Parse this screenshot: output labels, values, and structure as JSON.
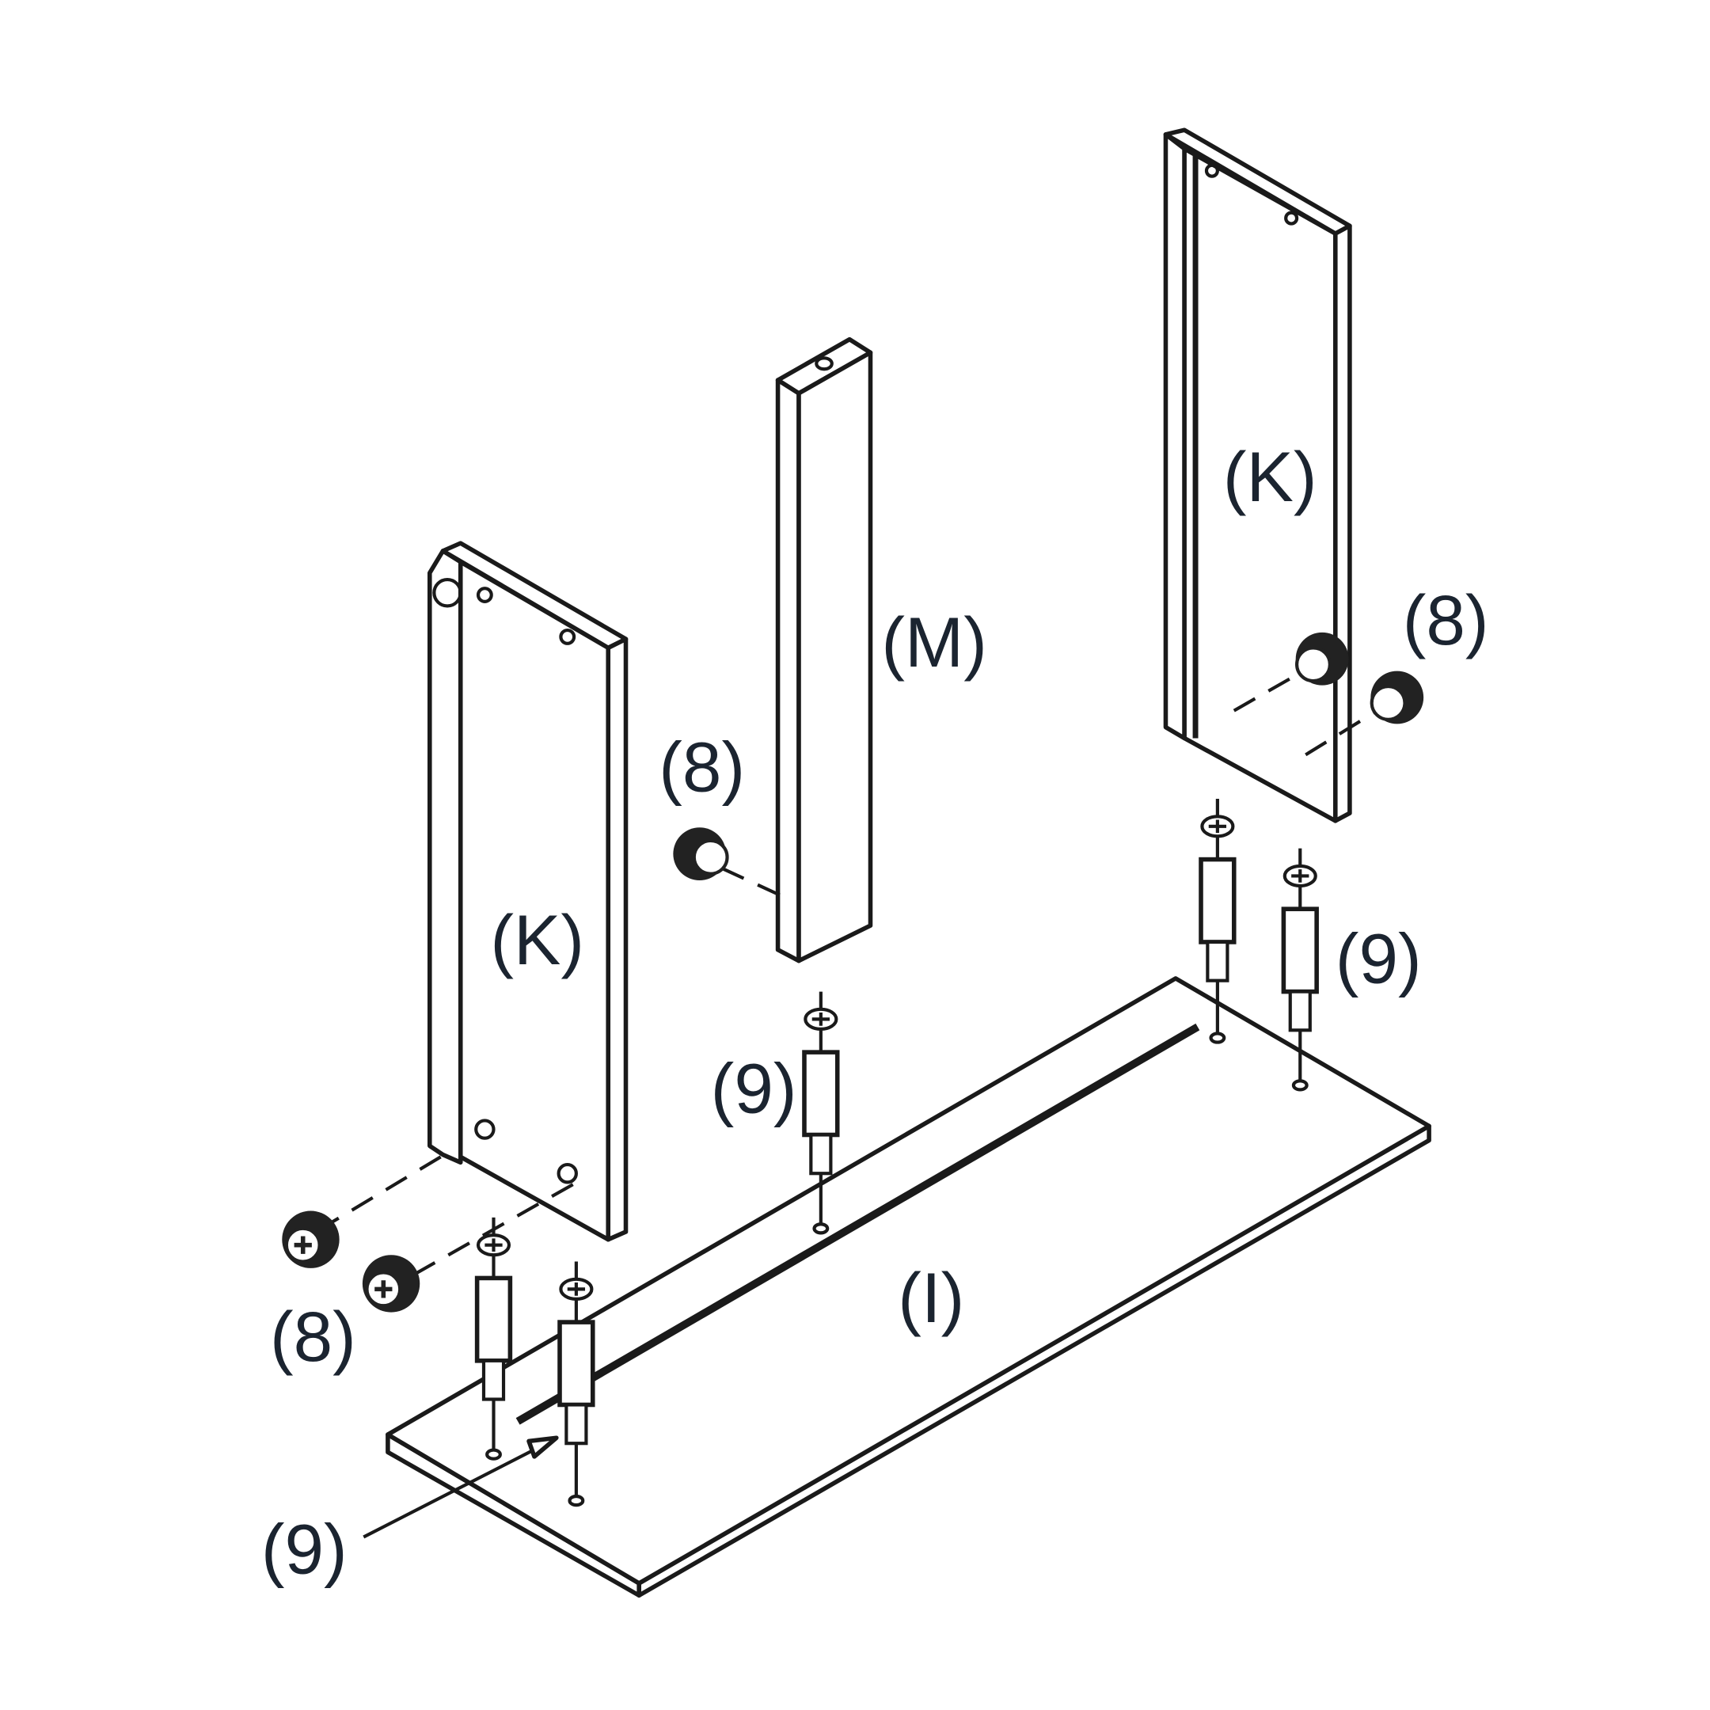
{
  "labels": {
    "part_k_left": "(K)",
    "part_k_right": "(K)",
    "part_m": "(M)",
    "part_i": "(I)",
    "cam_8_left": "(8)",
    "cam_8_middle": "(8)",
    "cam_8_right": "(8)",
    "dowel_9_left": "(9)",
    "dowel_9_middle": "(9)",
    "dowel_9_right": "(9)"
  },
  "colors": {
    "line": "#1a1a1a",
    "label": "#1b2430"
  }
}
